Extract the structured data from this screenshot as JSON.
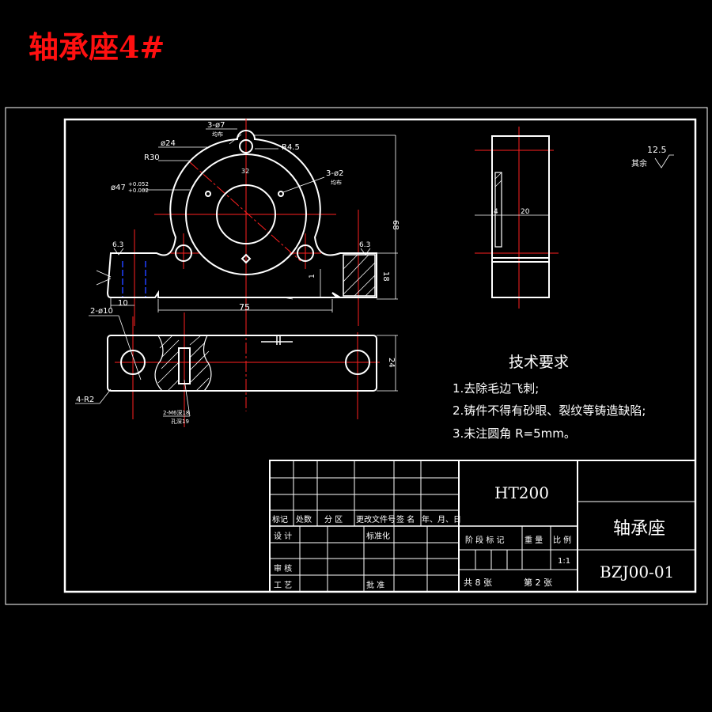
{
  "title": "轴承座4#",
  "colors": {
    "background": "#000000",
    "lines": "#ffffff",
    "centerlines": "#ff2020",
    "hidden": "#2040ff",
    "title": "#ff1010"
  },
  "front_view": {
    "dim_3phi7": "3-ø7",
    "dim_3phi7_note": "均布",
    "dim_r45": "R4.5",
    "dim_phi24": "ø24",
    "dim_r30": "R30",
    "dim_32": "32",
    "dim_3phi2": "3-ø2",
    "dim_3phi2_note": "均布",
    "dim_phi47": "ø47",
    "dim_phi47_tol_upper": "+0.052",
    "dim_phi47_tol_lower": "+0.002",
    "dim_68": "68",
    "dim_18": "18",
    "dim_1": "1",
    "dim_10": "10",
    "dim_75": "75",
    "rough_left": "6.3",
    "rough_right": "6.3"
  },
  "top_view": {
    "dim_2phi10": "2-ø10",
    "dim_4r2": "4-R2",
    "dim_24": "24",
    "thread_note_1": "2-M6深18",
    "thread_note_2": "孔深19"
  },
  "side_view": {
    "dim_4": "4",
    "dim_20": "20"
  },
  "roughness": {
    "value": "12.5",
    "label": "其余"
  },
  "tech_requirements": {
    "heading": "技术要求",
    "items": [
      "1.去除毛边飞刺;",
      "2.铸件不得有砂眼、裂纹等铸造缺陷;",
      "3.未注圆角 R=5mm。"
    ]
  },
  "title_block": {
    "material": "HT200",
    "part_name": "轴承座",
    "drawing_no": "BZJ00-01",
    "rev_headers": [
      "标记",
      "处数",
      "分 区",
      "更改文件号",
      "签 名",
      "年、月、日"
    ],
    "roles": {
      "design": "设 计",
      "standardize": "标准化",
      "review": "审 核",
      "process": "工 艺",
      "approve": "批 准"
    },
    "stage_label": "阶 段 标 记",
    "weight_label": "重 量",
    "scale_label": "比 例",
    "scale_value": "1:1",
    "sheets_total": "共 8 张",
    "sheet_no": "第 2 张"
  }
}
